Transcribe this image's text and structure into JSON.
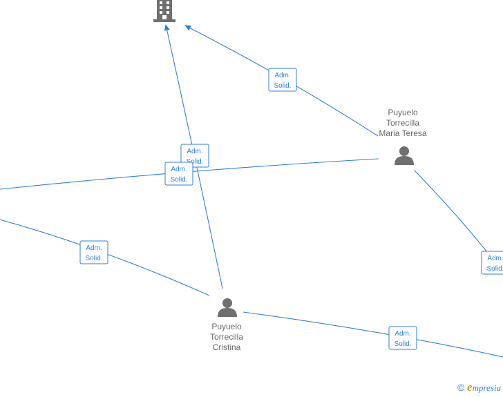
{
  "company": {
    "icon": "building-icon"
  },
  "people": [
    {
      "id": "maria",
      "name": [
        "Puyuelo",
        "Torrecilla",
        "Maria Teresa"
      ],
      "icon": "person-icon"
    },
    {
      "id": "cristina",
      "name": [
        "Puyuelo",
        "Torrecilla",
        "Cristina"
      ],
      "icon": "person-icon"
    }
  ],
  "relations": [
    {
      "from": "maria",
      "to": "company",
      "label": [
        "Adm.",
        "Solid."
      ]
    },
    {
      "from": "cristina",
      "to": "company",
      "label": [
        "Adm.",
        "Solid."
      ]
    },
    {
      "from": "maria",
      "to": "offscreen-left",
      "label": [
        "Adm.",
        "Solid."
      ]
    },
    {
      "from": "cristina",
      "to": "offscreen-left",
      "label": [
        "Adm.",
        "Solid."
      ]
    },
    {
      "from": "maria",
      "to": "offscreen-right",
      "label": [
        "Adm.",
        "Solid."
      ]
    },
    {
      "from": "cristina",
      "to": "offscreen-right",
      "label": [
        "Adm.",
        "Solid."
      ]
    }
  ],
  "branding": {
    "copyright": "©",
    "logo_initial": "e",
    "logo_rest": "mpresia"
  },
  "colors": {
    "edge": "#2f7fd6",
    "icon": "#6f6f6f",
    "label": "#666666",
    "logo_accent": "#e39b1b"
  }
}
